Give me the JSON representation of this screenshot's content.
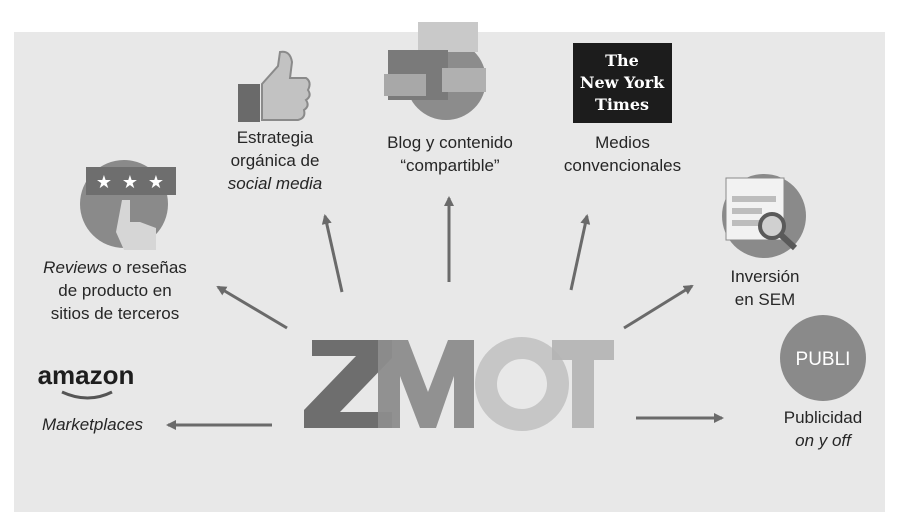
{
  "center": {
    "letters": [
      "Z",
      "M",
      "O",
      "T"
    ]
  },
  "nodes": {
    "reviews": {
      "line1_italic": "Reviews",
      "line1_rest": " o reseñas",
      "line2": "de producto en",
      "line3": "sitios de terceros",
      "icon": "star-rating-hand-icon"
    },
    "social": {
      "line1": "Estrategia",
      "line2": "orgánica de",
      "line3_italic": "social media",
      "icon": "thumbs-up-icon"
    },
    "blog": {
      "line1": "Blog y contenido",
      "line2": "“compartible”",
      "icon": "blog-content-icon"
    },
    "media": {
      "line1": "Medios",
      "line2": "convencionales",
      "logo_text": [
        "The",
        "New York",
        "Times"
      ]
    },
    "sem": {
      "line1": "Inversión",
      "line2": "en SEM",
      "icon": "search-results-icon"
    },
    "amazon": {
      "logo": "amazon",
      "label": "Marketplaces"
    },
    "publi": {
      "badge": "PUBLI",
      "line1": "Publicidad",
      "line2_italic": "on y off"
    }
  },
  "colors": {
    "panel": "#e8e8e8",
    "arrow": "#6a6a6a",
    "z": "#6e6e6e",
    "m": "#8c8c8c",
    "o": "#c6c6c6",
    "t": "#b3b3b3"
  }
}
